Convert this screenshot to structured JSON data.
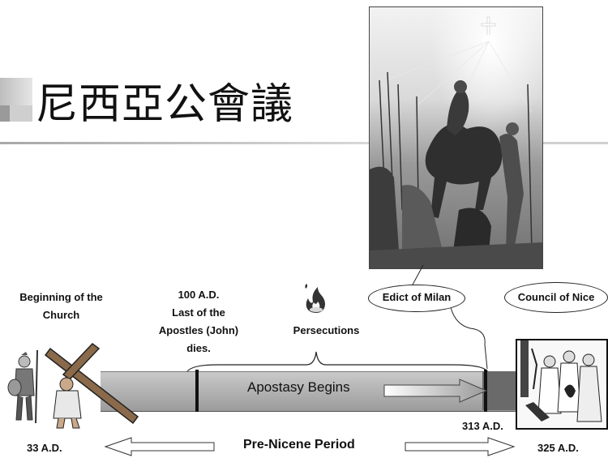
{
  "title": "尼西亞公會議",
  "timeline": {
    "beginning_label": [
      "Beginning of the",
      "Church"
    ],
    "apostles_label": [
      "100 A.D.",
      "Last of the",
      "Apostles (John)",
      "dies."
    ],
    "persecutions_label": "Persecutions",
    "edict_label": "Edict of Milan",
    "council_label": "Council of Nice",
    "bar_label": "Apostasy Begins",
    "period_label": "Pre-Nicene Period",
    "year_start": "33 A.D.",
    "year_edict": "313 A.D.",
    "year_council": "325 A.D."
  },
  "colors": {
    "bar_light": "#c9c9c9",
    "bar_dark": "#6a6a6a",
    "ink": "#111111"
  },
  "icons": [
    "fire-icon",
    "cross-bearer-illustration",
    "soldier-illustration",
    "vision-of-cross-engraving",
    "council-illustration"
  ]
}
